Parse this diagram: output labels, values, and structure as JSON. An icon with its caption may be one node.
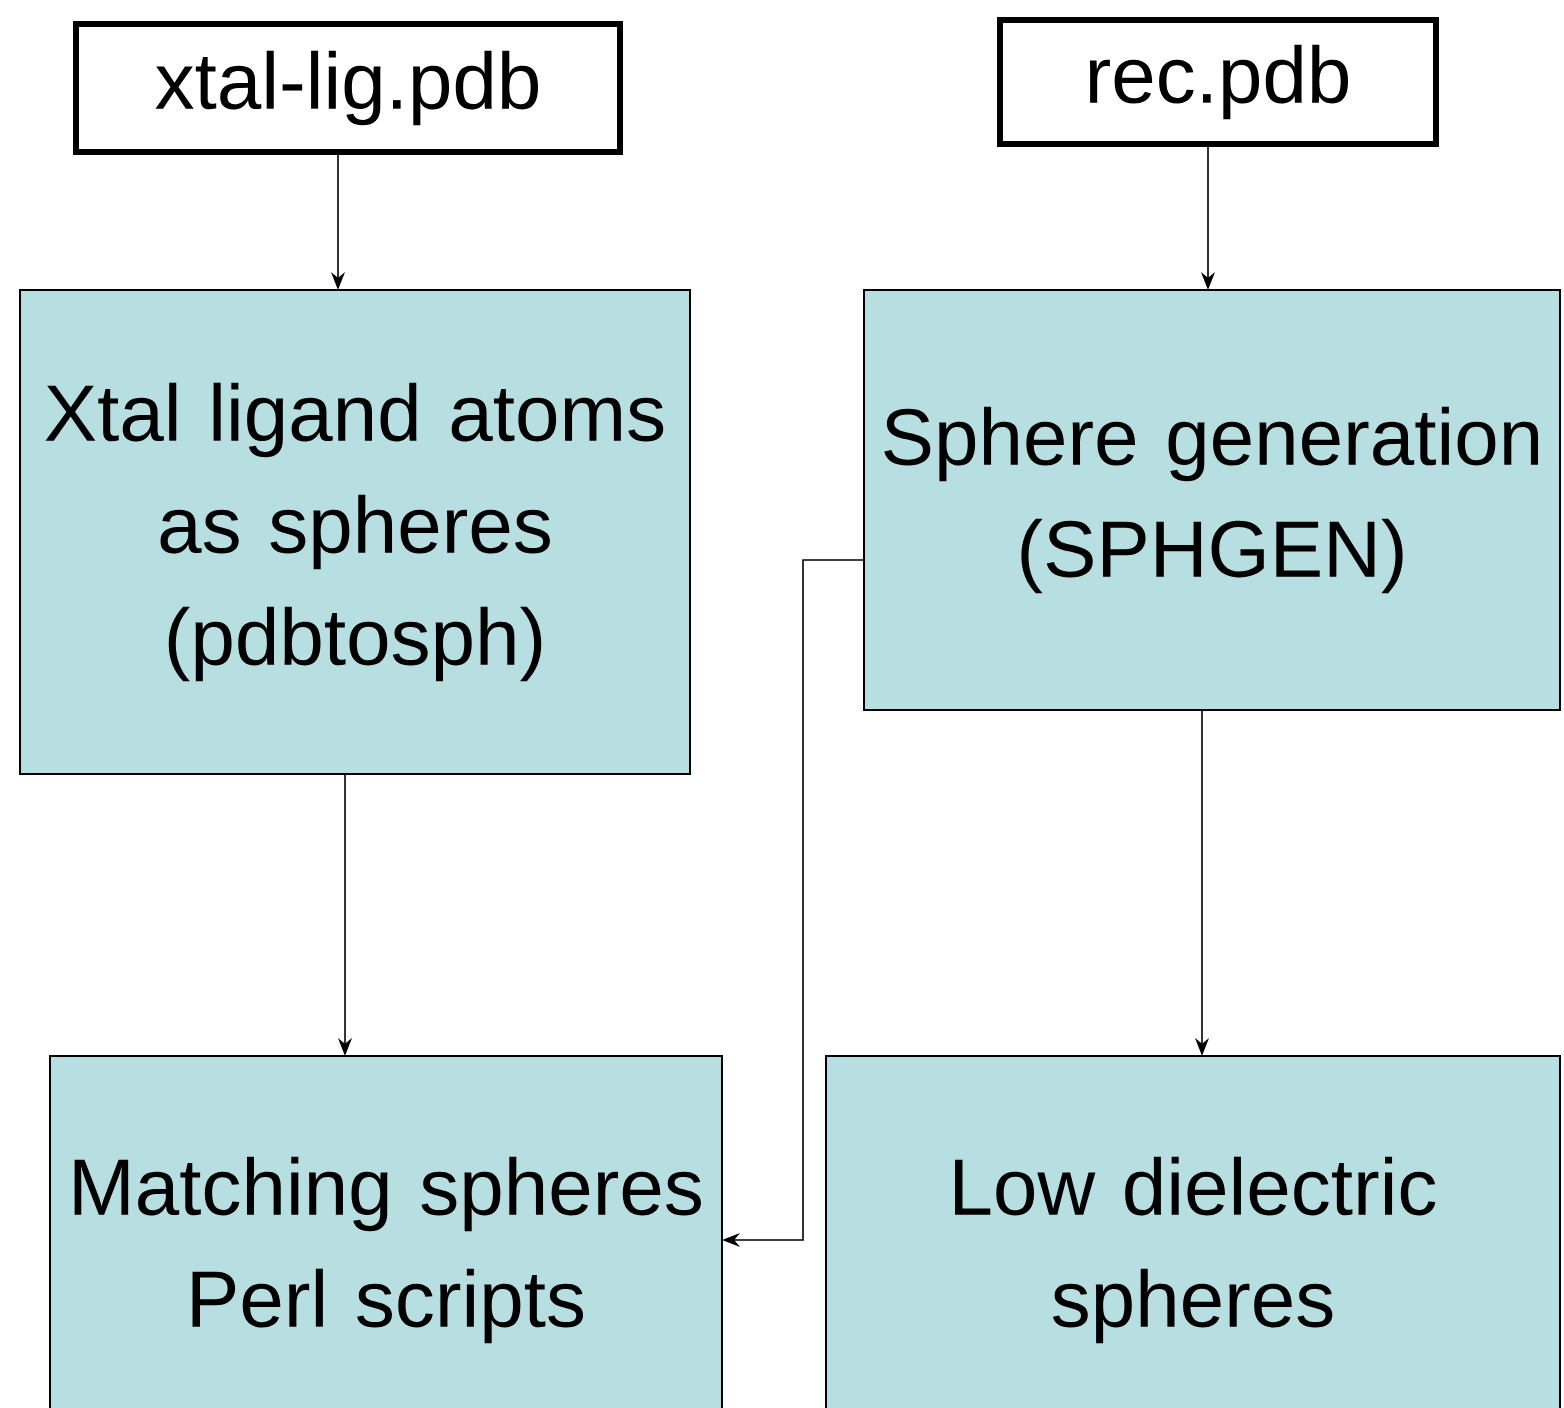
{
  "diagram": {
    "nodes": [
      {
        "text": [
          "xtal-lig.pdb"
        ]
      },
      {
        "text": [
          "rec.pdb"
        ]
      },
      {
        "text": [
          "Xtal ligand atoms as spheres (pdbtosph)"
        ]
      },
      {
        "text": [
          "Sphere generation (SPHGEN)"
        ]
      },
      {
        "text": [
          "Matching spheres Perl scripts"
        ]
      },
      {
        "text": [
          "Low dielectric spheres"
        ]
      }
    ],
    "edges": [
      {
        "from": 0,
        "to": 2,
        "arrow": "to"
      },
      {
        "from": 1,
        "to": 3,
        "arrow": "to"
      },
      {
        "from": 2,
        "to": 4,
        "arrow": "to"
      },
      {
        "from": 3,
        "to": 5,
        "arrow": "to"
      },
      {
        "from": 3,
        "to": 4,
        "arrow": "to"
      }
    ]
  }
}
